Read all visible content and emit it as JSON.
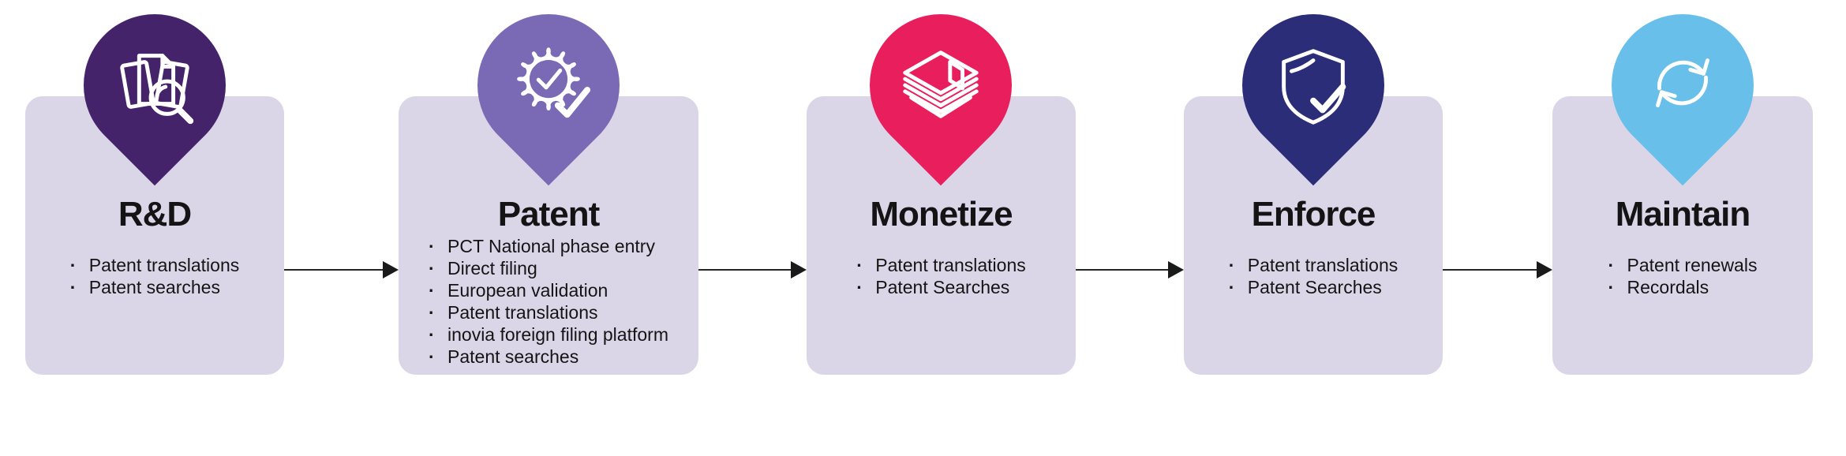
{
  "diagram_title": "",
  "bullet_char": "·",
  "colors": {
    "background": "#FFFFFF",
    "card_bg": "#DAD6E8",
    "text": "#141414",
    "arrow": "#1A1A1A",
    "pin_rd": "#44236A",
    "pin_patent": "#7A69B5",
    "pin_monetize": "#E91E5C",
    "pin_enforce": "#2B2D78",
    "pin_maintain": "#67BFEA"
  },
  "stages": [
    {
      "title": "R&D",
      "icon": "documents-search-icon",
      "pin_color": "#44236A",
      "items": [
        "Patent translations",
        "Patent searches"
      ]
    },
    {
      "title": "Patent",
      "icon": "rosette-check-icon",
      "pin_color": "#7A69B5",
      "items": [
        "PCT National phase entry",
        "Direct filing",
        "European validation",
        "Patent translations",
        "inovia foreign filing platform",
        "Patent searches"
      ]
    },
    {
      "title": "Monetize",
      "icon": "cash-stack-icon",
      "pin_color": "#E91E5C",
      "items": [
        "Patent translations",
        "Patent Searches"
      ]
    },
    {
      "title": "Enforce",
      "icon": "shield-check-icon",
      "pin_color": "#2B2D78",
      "items": [
        "Patent translations",
        "Patent Searches"
      ]
    },
    {
      "title": "Maintain",
      "icon": "sync-arrows-icon",
      "pin_color": "#67BFEA",
      "items": [
        "Patent renewals",
        "Recordals"
      ]
    }
  ]
}
